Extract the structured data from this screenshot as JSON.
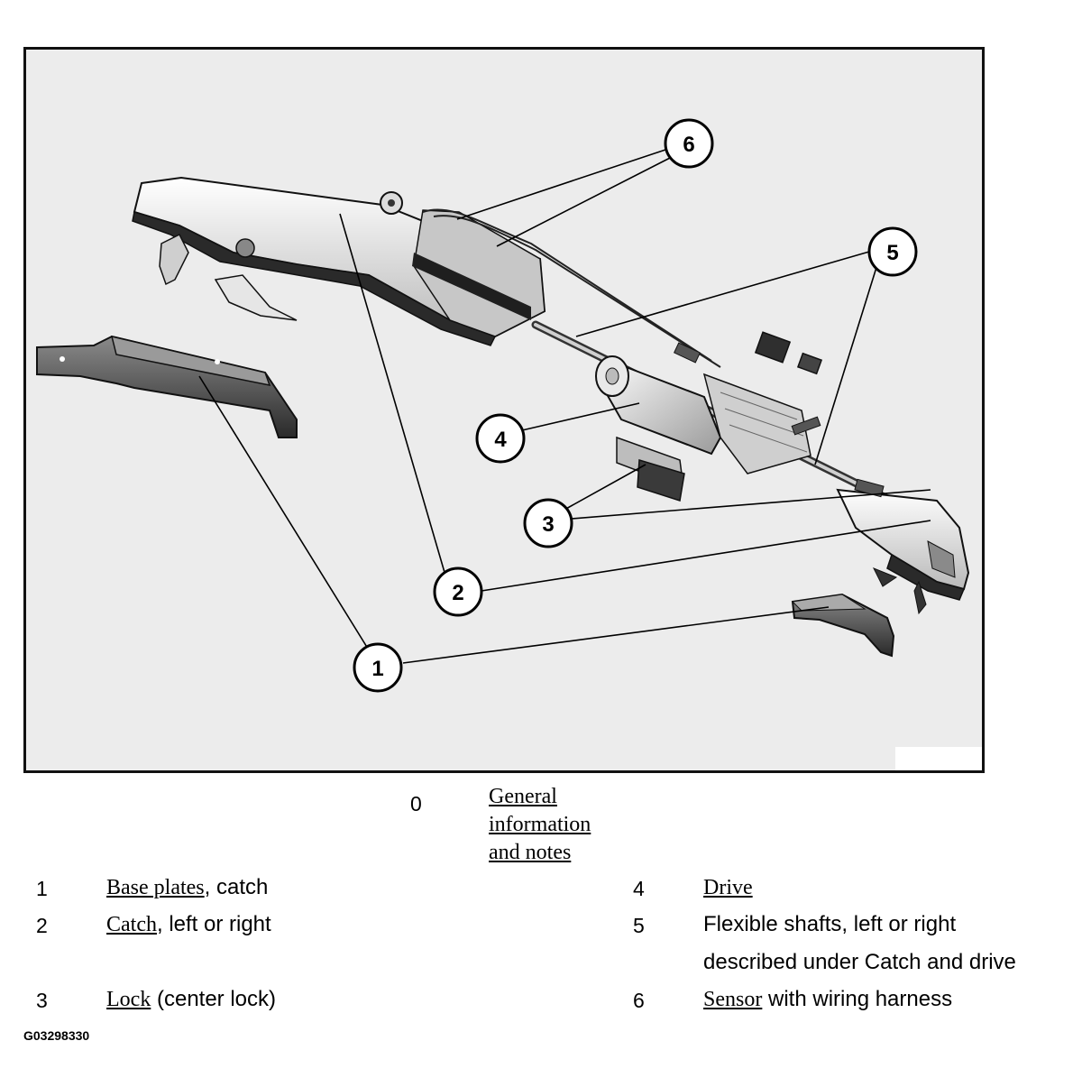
{
  "figure": {
    "callouts": [
      "1",
      "2",
      "3",
      "4",
      "5",
      "6"
    ],
    "figure_id": "G03298330"
  },
  "legend": {
    "general": {
      "number": "0",
      "line1": "General",
      "line2": "information",
      "line3": "and notes"
    },
    "items": [
      {
        "number": "1",
        "link": "Base plates",
        "rest": ", catch"
      },
      {
        "number": "2",
        "link": "Catch",
        "rest": ", left or right"
      },
      {
        "number": "3",
        "link": "Lock",
        "rest": " (center lock)"
      },
      {
        "number": "4",
        "link": "Drive",
        "rest": ""
      },
      {
        "number": "5",
        "text": "Flexible shafts, left or right",
        "text2": "described under Catch and drive"
      },
      {
        "number": "6",
        "link": "Sensor",
        "rest": " with wiring harness"
      }
    ]
  }
}
